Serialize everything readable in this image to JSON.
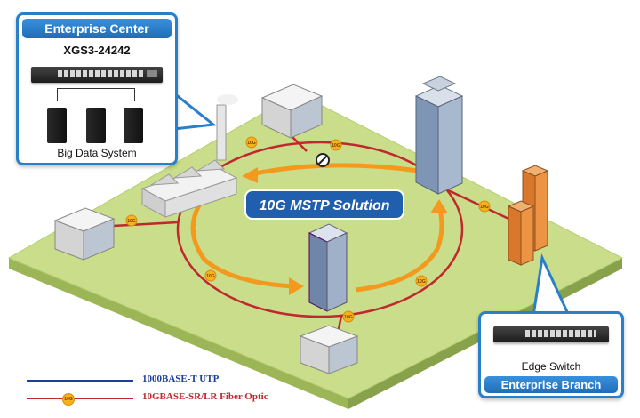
{
  "enterprise_center": {
    "title": "Enterprise Center",
    "switch_model": "XGS3-24242",
    "caption": "Big Data System"
  },
  "enterprise_branch": {
    "title": "Enterprise Branch",
    "caption": "Edge Switch"
  },
  "solution_label": "10G MSTP Solution",
  "link_badge": "10G",
  "legend": [
    {
      "label": "1000BASE-T UTP",
      "color": "#1c3f94"
    },
    {
      "label": "10GBASE-SR/LR Fiber Optic",
      "color": "#c0282d"
    }
  ],
  "colors": {
    "ground_top": "#c9dd8a",
    "ground_side": "#a5bf5f",
    "fiber": "#c0282d",
    "arrow": "#f39a1e",
    "callout": "#2a7fc9",
    "badge": "#f6b21a"
  }
}
